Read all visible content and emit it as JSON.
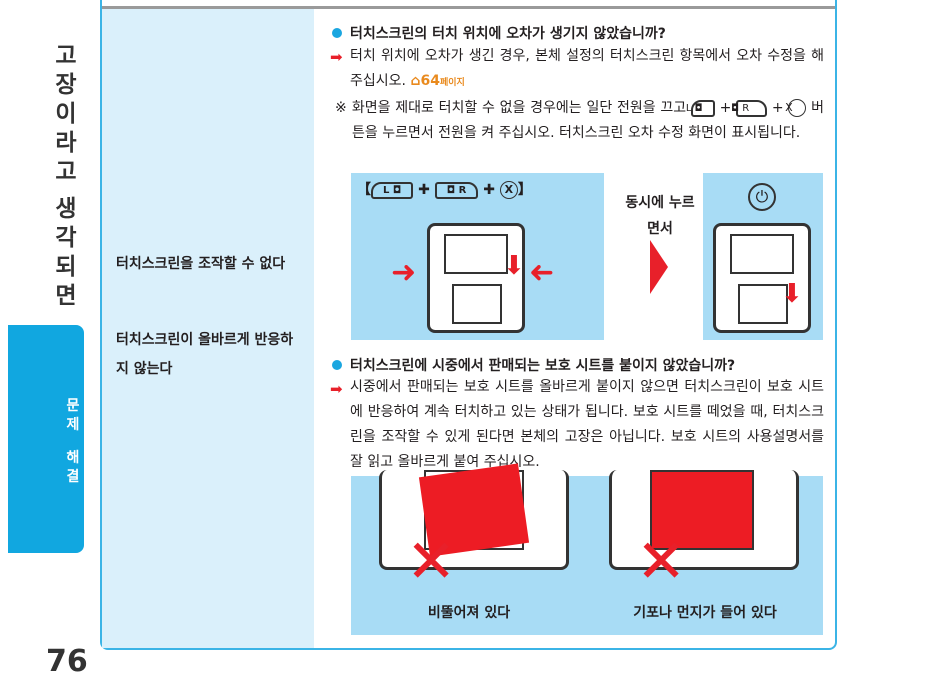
{
  "section_title": [
    "고",
    "장",
    "이",
    "라",
    "고",
    "",
    "생",
    "각",
    "되",
    "면"
  ],
  "tab_label": [
    "문",
    "제",
    "",
    "해",
    "결"
  ],
  "page_number": "76",
  "symptoms": [
    "터치스크린을 조작할 수 없다",
    "터치스크린이 올바르게 반응하지 않는다"
  ],
  "q1": {
    "question": "터치스크린의 터치 위치에 오차가 생기지 않았습니까?",
    "answer": "터치 위치에 오차가 생긴 경우, 본체 설정의 터치스크린 항목에서 오차 수정을 해 주십시오.",
    "ref_page": "64",
    "ref_suffix": "페이지",
    "note_mark": "※",
    "note_a": "화면을 제대로 터치할 수 없을 경우에는 일단 전원을 끄고",
    "note_b": "버튼을 누르면서 전원을 켜 주십시오. 터치스크린 오차 수정 화면이 표시됩니다.",
    "btn_l": "L ◘",
    "btn_r": "◘ R",
    "btn_x": "X",
    "plus": "+",
    "illus_caption": "동시에 누르면서",
    "power_icon": "⏻"
  },
  "q2": {
    "question": "터치스크린에 시중에서 판매되는 보호 시트를 붙이지 않았습니까?",
    "answer": "시중에서 판매되는 보호 시트를 올바르게 붙이지 않으면 터치스크린이 보호 시트에 반응하여 계속 터치하고 있는 상태가 됩니다. 보호 시트를 떼었을 때, 터치스크린을 조작할 수 있게 된다면 본체의 고장은 아닙니다. 보호 시트의 사용설명서를 잘 읽고 올바르게 붙여 주십시오.",
    "caption_left": "비뚤어져 있다",
    "caption_right": "기포나 먼지가 들어 있다"
  }
}
